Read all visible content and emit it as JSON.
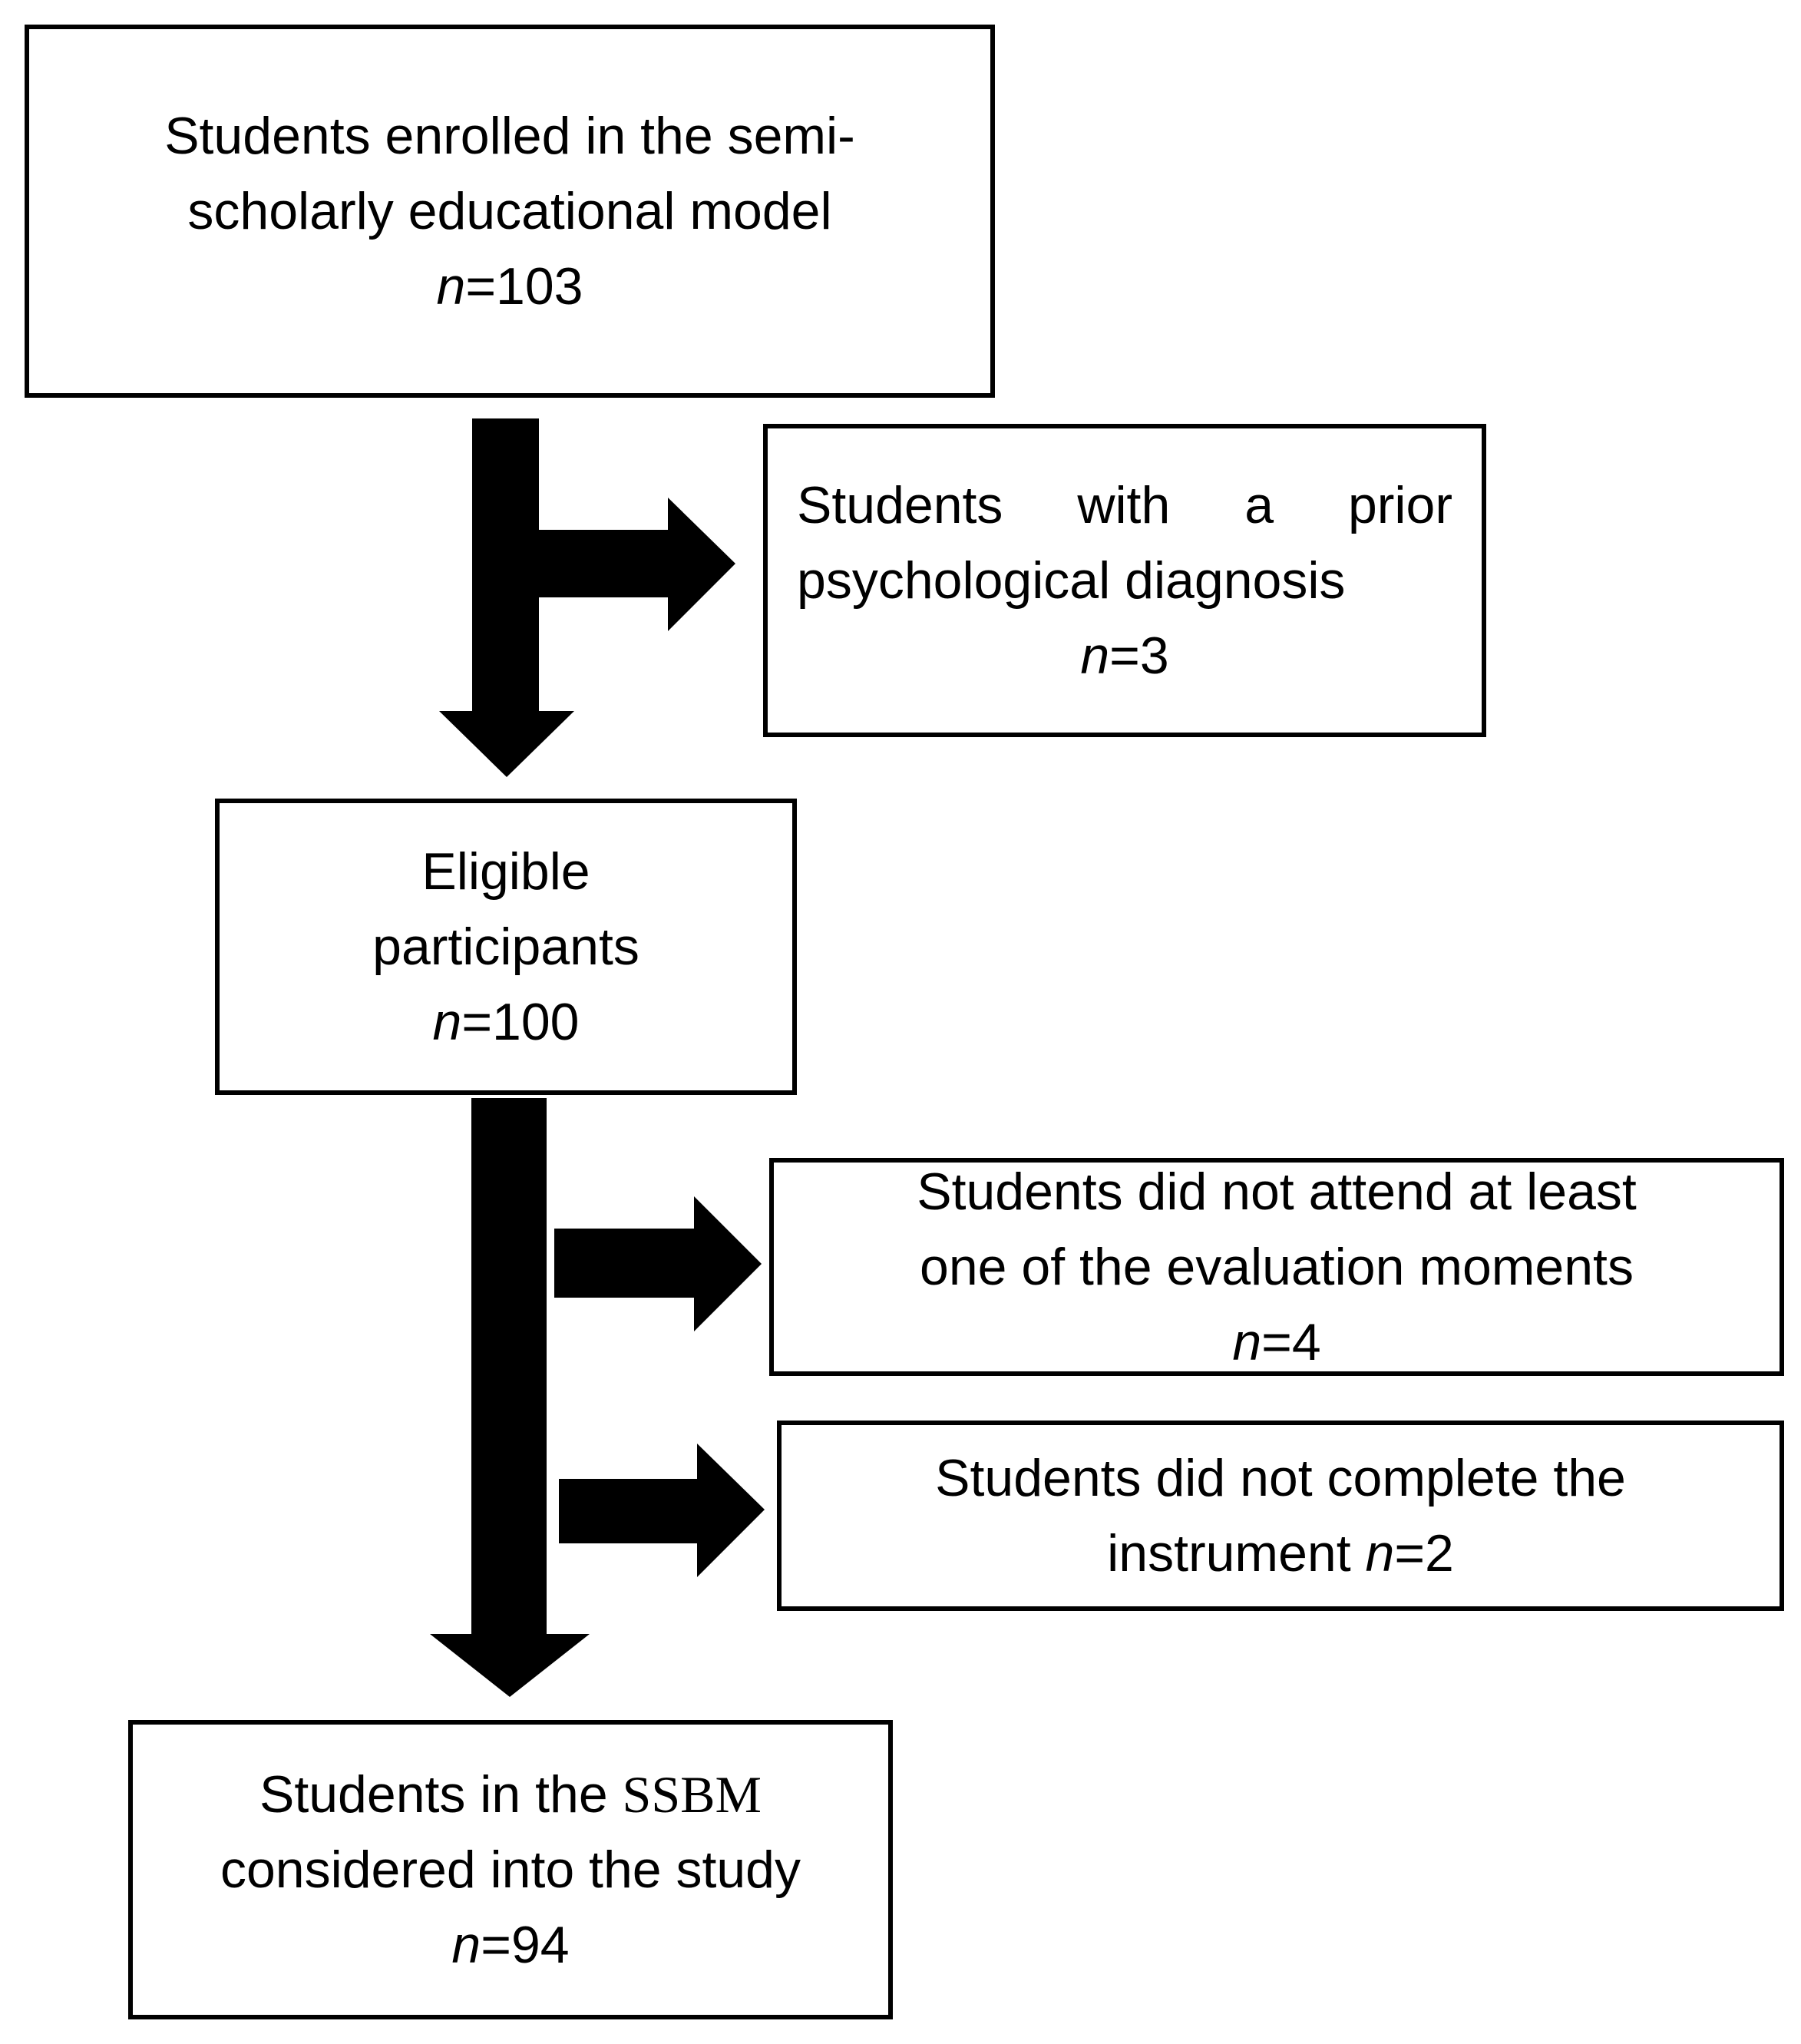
{
  "boxes": {
    "enrolled": {
      "lines": [
        "Students enrolled in the semi-",
        "scholarly educational model"
      ],
      "n_label": "n",
      "n_value": "=103"
    },
    "prior_diagnosis": {
      "line1_words": [
        "Students",
        "with",
        "a",
        "prior"
      ],
      "line2": "psychological diagnosis",
      "n_label": "n",
      "n_value": "=3"
    },
    "eligible": {
      "lines": [
        "Eligible",
        "participants"
      ],
      "n_label": "n",
      "n_value": "=100"
    },
    "did_not_attend": {
      "lines": [
        "Students did not attend at least",
        "one of the evaluation moments"
      ],
      "n_label": "n",
      "n_value": "=4"
    },
    "did_not_complete": {
      "line1": "Students did not complete the",
      "line2_prefix": "instrument ",
      "n_label": "n",
      "n_value": "=2"
    },
    "final": {
      "line1_prefix": "Students in the ",
      "line1_abbr": "SSBM",
      "line2": "considered into the study",
      "n_label": "n",
      "n_value": "=94"
    }
  }
}
